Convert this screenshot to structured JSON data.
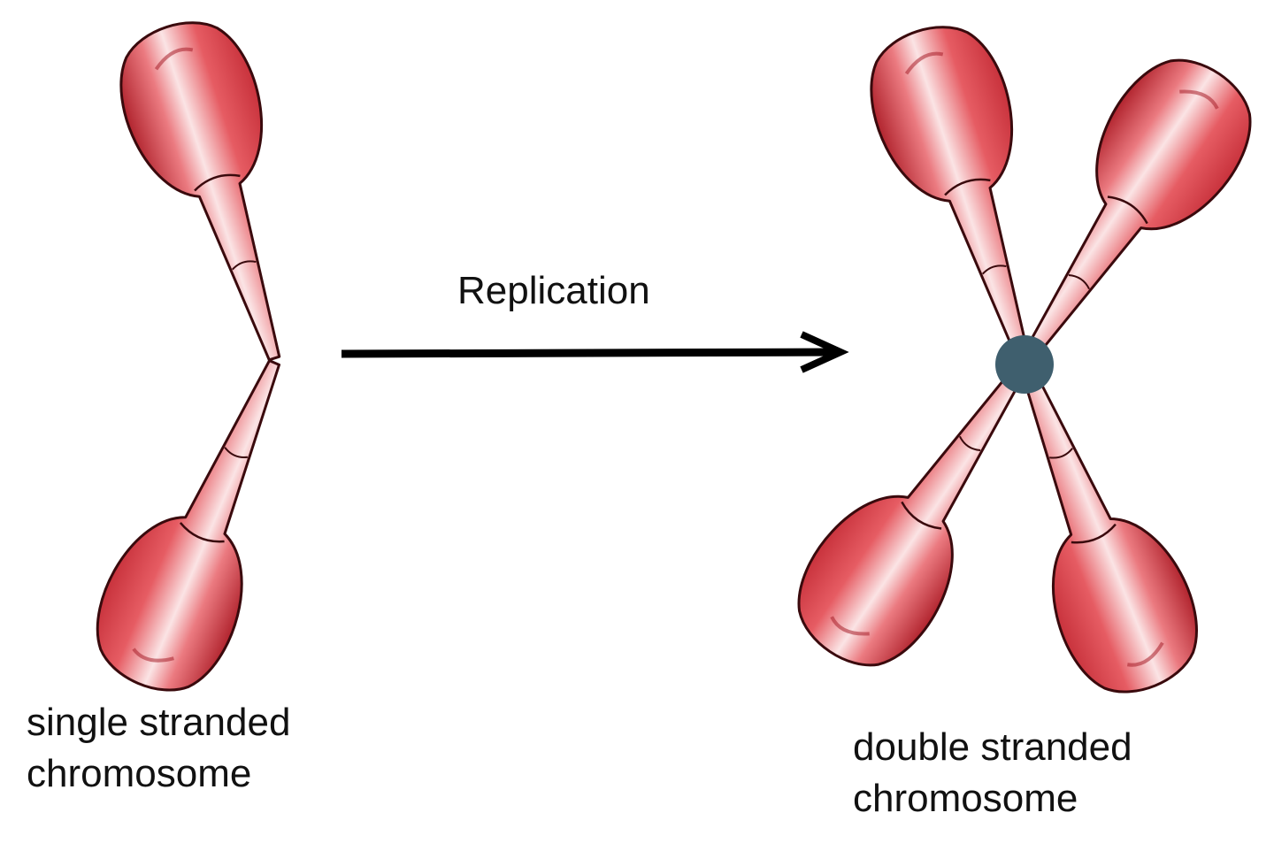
{
  "diagram": {
    "process_label": "Replication",
    "left_item": {
      "label_line1": "single stranded",
      "label_line2": "chromosome"
    },
    "right_item": {
      "label_line1": "double stranded",
      "label_line2": "chromosome"
    }
  },
  "colors": {
    "chromosome_red": "#d9434b",
    "chromosome_dark": "#a81f2a",
    "chromosome_highlight": "#fbe4e5",
    "centromere": "#3f5f6e",
    "arrow": "#000000",
    "text": "#111111"
  },
  "icons": {
    "process_arrow": "right-arrow-icon",
    "centromere": "centromere-dot-icon"
  }
}
